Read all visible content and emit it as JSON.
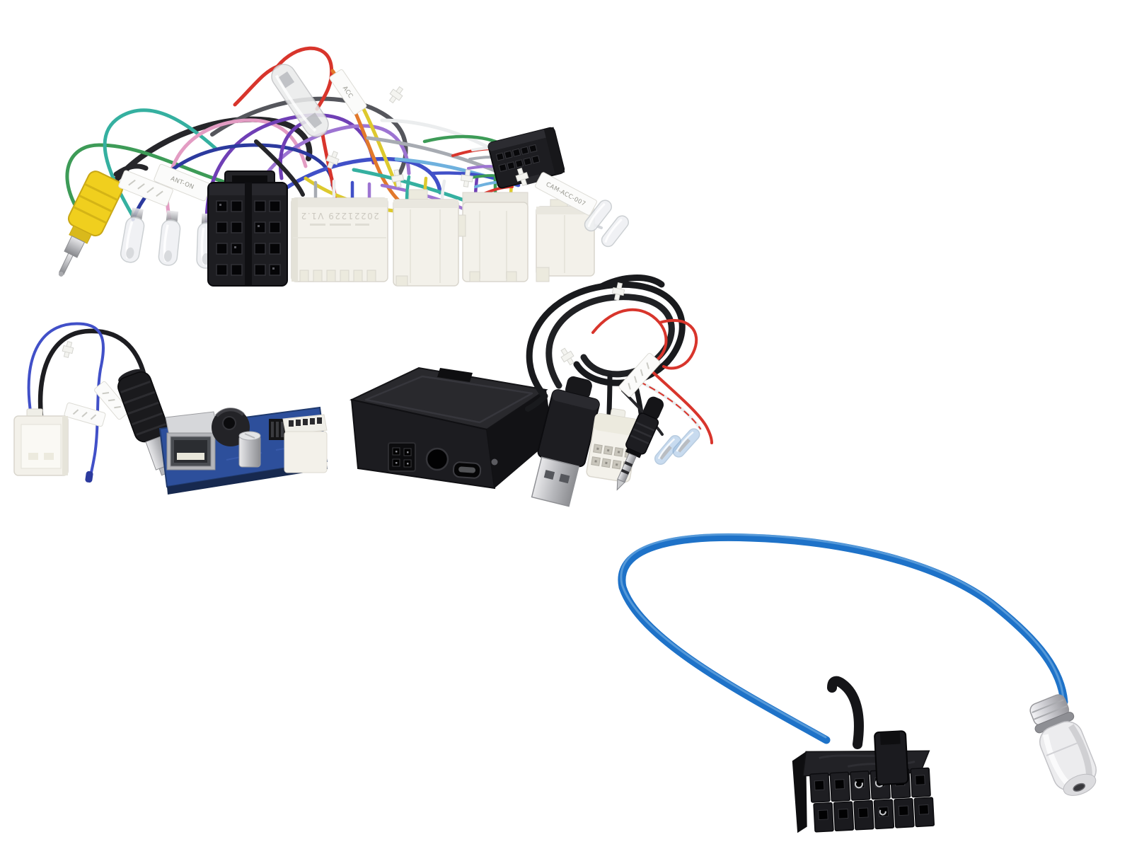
{
  "scene": {
    "background": "#ffffff",
    "subject": "car-stereo-installation-wiring-kit-product-photo"
  },
  "labels": {
    "ant_on": "ANT-ON",
    "version_print": "20221229 V1.2",
    "cam_acc": "CAM-ACC-007",
    "acc_fuse": "ACC"
  },
  "colors": {
    "background": "#ffffff",
    "cable_blue": "#1e72c8",
    "cable_blue_highlight": "#8cc0ea",
    "pcb_blue": "#2d4f9b",
    "rca_yellow": "#f0cf1e",
    "plastic_black": "#1d1d21",
    "connector_cream": "#f3f1ea",
    "chrome_silver": "#c9c9cd",
    "label_white": "#fbfbfa",
    "wire": {
      "red": "#d8352c",
      "orange": "#e2792b",
      "yellow": "#ddc92e",
      "green": "#3d9b57",
      "teal": "#35b0a0",
      "skyblue": "#6fb1de",
      "blue": "#4150c8",
      "navy": "#2c3a9e",
      "purple": "#6f3fb5",
      "violet": "#9d74d2",
      "pink": "#e39cc3",
      "gray": "#a7abb2",
      "lightgray": "#d3d6da",
      "white": "#ebedee",
      "black": "#26262a",
      "darkgray": "#55565c"
    }
  }
}
